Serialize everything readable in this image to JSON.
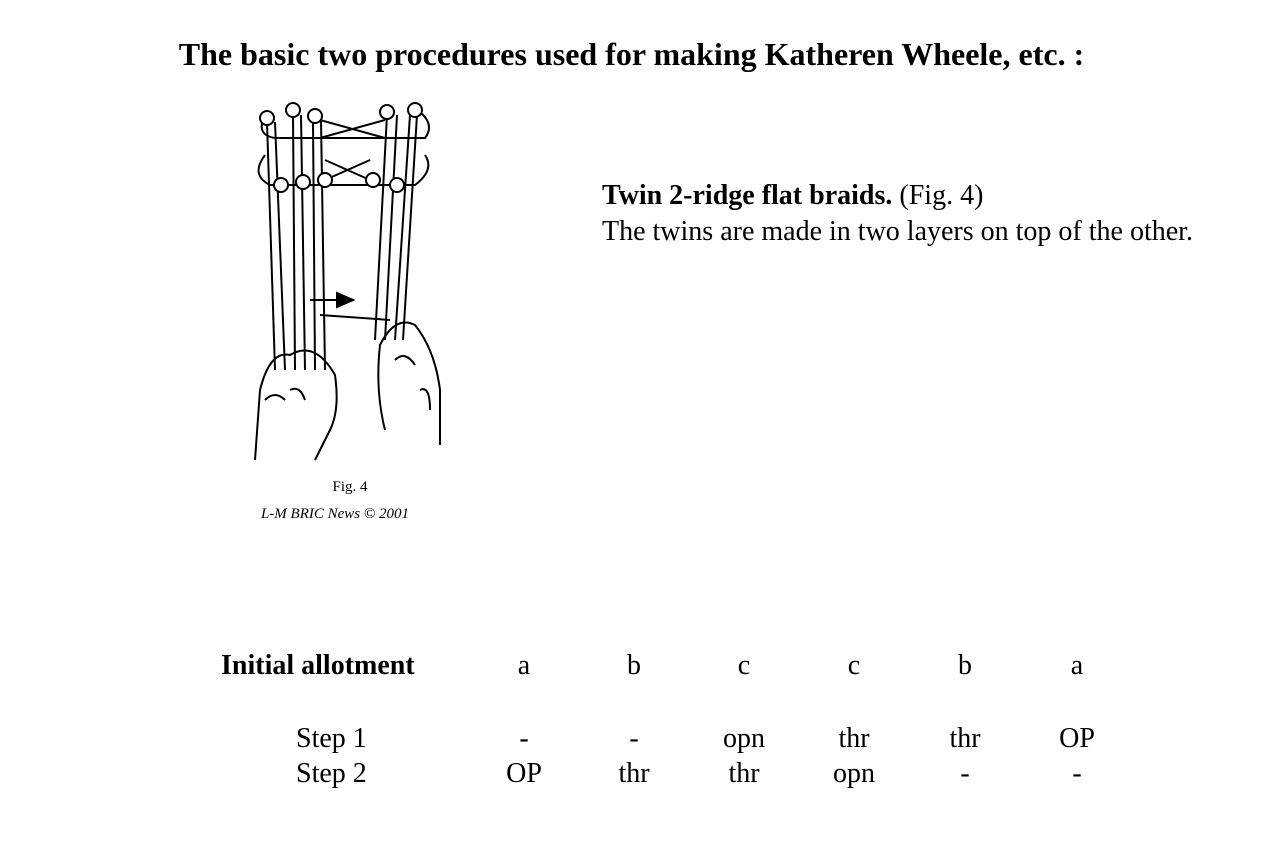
{
  "title": "The basic two procedures used for making Katheren Wheele, etc. :",
  "figure": {
    "caption": "Fig. 4",
    "credit": "L-M BRIC News © 2001"
  },
  "description": {
    "heading": "Twin 2-ridge flat braids.",
    "ref": "(Fig. 4)",
    "text": "The twins are made in two layers on top of the other."
  },
  "table": {
    "rows": [
      {
        "label": "Initial allotment",
        "values": [
          "a",
          "b",
          "c",
          "c",
          "b",
          "a"
        ]
      },
      {
        "label": "Step 1",
        "values": [
          "-",
          "-",
          "opn",
          "thr",
          "thr",
          "OP"
        ]
      },
      {
        "label": "Step 2",
        "values": [
          "OP",
          "thr",
          "thr",
          "opn",
          "-",
          "-"
        ]
      }
    ]
  }
}
